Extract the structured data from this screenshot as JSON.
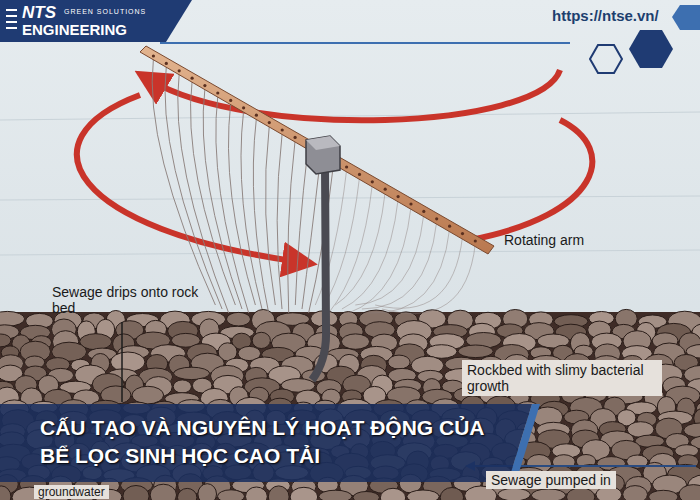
{
  "diagram": {
    "title": "CẤU TẠO VÀ NGUYÊN LÝ HOẠT ĐỘNG CỦA BỂ LỌC SINH HỌC CAO TẢI",
    "labels": [
      "NTS",
      "GREEN SOLUTIONS",
      "ENGINEERING",
      "https://ntse.vn/",
      "Rotating arm",
      "Sewage drips onto rock bed",
      "Rockbed with slimy bacterial growth",
      "groundwater",
      "Sewage pumped in"
    ]
  }
}
